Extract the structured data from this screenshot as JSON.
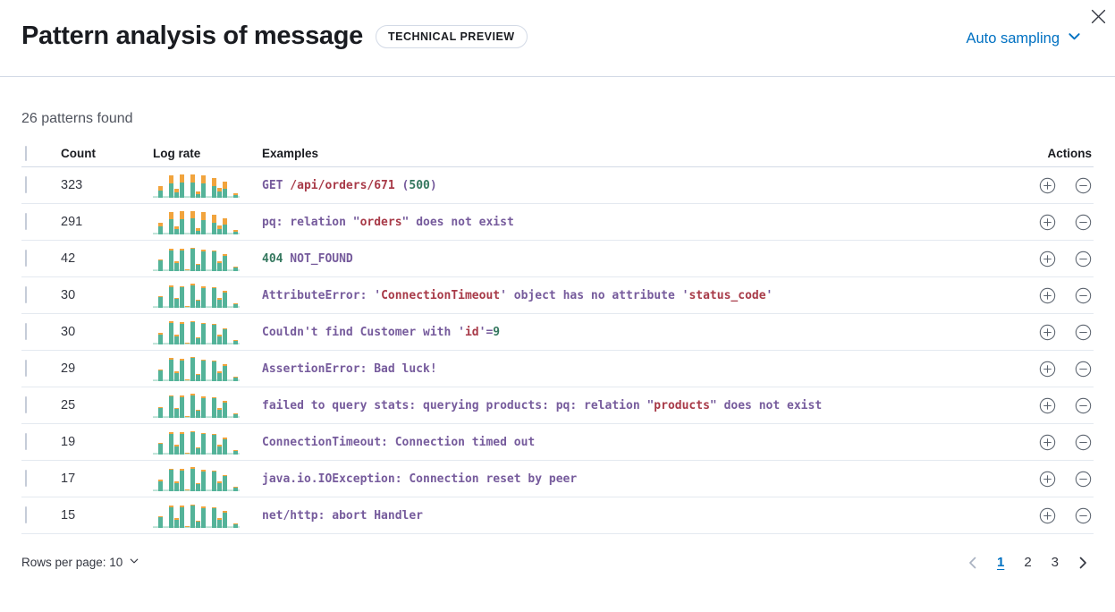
{
  "header": {
    "title": "Pattern analysis of message",
    "badge": "TECHNICAL PREVIEW",
    "sampling_label": "Auto sampling"
  },
  "summary": "26 patterns found",
  "table": {
    "columns": {
      "count": "Count",
      "log_rate": "Log rate",
      "examples": "Examples",
      "actions": "Actions"
    },
    "rows": [
      {
        "count": "323",
        "bars": [
          [
            2,
            0
          ],
          [
            30,
            16
          ],
          [
            2,
            0
          ],
          [
            58,
            30
          ],
          [
            22,
            14
          ],
          [
            62,
            32
          ],
          [
            3,
            2
          ],
          [
            62,
            32
          ],
          [
            14,
            10
          ],
          [
            58,
            30
          ],
          [
            2,
            0
          ],
          [
            46,
            34
          ],
          [
            24,
            14
          ],
          [
            36,
            28
          ],
          [
            2,
            0
          ],
          [
            12,
            6
          ]
        ],
        "tokens": [
          {
            "t": "GET",
            "c": "purple"
          },
          {
            "t": " /api/orders/671",
            "c": "red"
          },
          {
            "t": " (",
            "c": "purple"
          },
          {
            "t": "500",
            "c": "green"
          },
          {
            "t": ")",
            "c": "purple"
          }
        ]
      },
      {
        "count": "291",
        "bars": [
          [
            2,
            0
          ],
          [
            32,
            16
          ],
          [
            2,
            0
          ],
          [
            60,
            30
          ],
          [
            20,
            14
          ],
          [
            62,
            32
          ],
          [
            3,
            2
          ],
          [
            64,
            30
          ],
          [
            14,
            10
          ],
          [
            58,
            30
          ],
          [
            2,
            0
          ],
          [
            48,
            32
          ],
          [
            22,
            14
          ],
          [
            38,
            26
          ],
          [
            2,
            0
          ],
          [
            12,
            6
          ]
        ],
        "tokens": [
          {
            "t": "pq: relation ",
            "c": "purple"
          },
          {
            "t": "\"",
            "c": "purple"
          },
          {
            "t": "orders",
            "c": "red"
          },
          {
            "t": "\"",
            "c": "purple"
          },
          {
            "t": " does not exist",
            "c": "purple"
          }
        ]
      },
      {
        "count": "42",
        "bars": [
          [
            2,
            0
          ],
          [
            42,
            4
          ],
          [
            2,
            0
          ],
          [
            84,
            6
          ],
          [
            34,
            4
          ],
          [
            82,
            6
          ],
          [
            4,
            2
          ],
          [
            88,
            6
          ],
          [
            26,
            4
          ],
          [
            80,
            5
          ],
          [
            2,
            0
          ],
          [
            78,
            6
          ],
          [
            34,
            4
          ],
          [
            62,
            5
          ],
          [
            2,
            0
          ],
          [
            16,
            2
          ]
        ],
        "tokens": [
          {
            "t": "404",
            "c": "green"
          },
          {
            "t": " NOT_FOUND",
            "c": "purple"
          }
        ]
      },
      {
        "count": "30",
        "bars": [
          [
            2,
            0
          ],
          [
            42,
            4
          ],
          [
            2,
            0
          ],
          [
            84,
            5
          ],
          [
            36,
            3
          ],
          [
            82,
            5
          ],
          [
            4,
            2
          ],
          [
            90,
            5
          ],
          [
            28,
            3
          ],
          [
            80,
            5
          ],
          [
            2,
            0
          ],
          [
            78,
            5
          ],
          [
            34,
            4
          ],
          [
            62,
            5
          ],
          [
            2,
            0
          ],
          [
            16,
            2
          ]
        ],
        "tokens": [
          {
            "t": "AttributeError: ",
            "c": "purple"
          },
          {
            "t": "'",
            "c": "purple"
          },
          {
            "t": "ConnectionTimeout",
            "c": "red"
          },
          {
            "t": "'",
            "c": "purple"
          },
          {
            "t": " object has no attribute ",
            "c": "purple"
          },
          {
            "t": "'",
            "c": "purple"
          },
          {
            "t": "status_code",
            "c": "red"
          },
          {
            "t": "'",
            "c": "purple"
          }
        ]
      },
      {
        "count": "30",
        "bars": [
          [
            2,
            0
          ],
          [
            40,
            5
          ],
          [
            2,
            0
          ],
          [
            86,
            6
          ],
          [
            34,
            4
          ],
          [
            84,
            5
          ],
          [
            4,
            2
          ],
          [
            88,
            6
          ],
          [
            26,
            4
          ],
          [
            82,
            5
          ],
          [
            2,
            0
          ],
          [
            78,
            6
          ],
          [
            34,
            4
          ],
          [
            60,
            5
          ],
          [
            2,
            0
          ],
          [
            16,
            2
          ]
        ],
        "tokens": [
          {
            "t": "Couldn't find Customer with ",
            "c": "purple"
          },
          {
            "t": "'",
            "c": "purple"
          },
          {
            "t": "id",
            "c": "red"
          },
          {
            "t": "'",
            "c": "purple"
          },
          {
            "t": "=",
            "c": "purple"
          },
          {
            "t": "9",
            "c": "green"
          }
        ]
      },
      {
        "count": "29",
        "bars": [
          [
            2,
            0
          ],
          [
            42,
            6
          ],
          [
            2,
            0
          ],
          [
            86,
            6
          ],
          [
            34,
            4
          ],
          [
            84,
            5
          ],
          [
            4,
            2
          ],
          [
            92,
            5
          ],
          [
            26,
            4
          ],
          [
            82,
            5
          ],
          [
            2,
            0
          ],
          [
            78,
            5
          ],
          [
            34,
            4
          ],
          [
            62,
            5
          ],
          [
            2,
            0
          ],
          [
            16,
            2
          ]
        ],
        "tokens": [
          {
            "t": "AssertionError: Bad luck!",
            "c": "purple"
          }
        ]
      },
      {
        "count": "25",
        "bars": [
          [
            2,
            0
          ],
          [
            40,
            4
          ],
          [
            2,
            0
          ],
          [
            86,
            5
          ],
          [
            36,
            4
          ],
          [
            82,
            6
          ],
          [
            4,
            2
          ],
          [
            90,
            6
          ],
          [
            28,
            4
          ],
          [
            80,
            5
          ],
          [
            2,
            0
          ],
          [
            78,
            5
          ],
          [
            34,
            4
          ],
          [
            62,
            5
          ],
          [
            2,
            0
          ],
          [
            16,
            2
          ]
        ],
        "tokens": [
          {
            "t": "failed to query stats: querying products: pq: relation ",
            "c": "purple"
          },
          {
            "t": "\"",
            "c": "purple"
          },
          {
            "t": "products",
            "c": "red"
          },
          {
            "t": "\"",
            "c": "purple"
          },
          {
            "t": " does not exist",
            "c": "purple"
          }
        ]
      },
      {
        "count": "19",
        "bars": [
          [
            2,
            0
          ],
          [
            42,
            4
          ],
          [
            2,
            0
          ],
          [
            84,
            6
          ],
          [
            34,
            4
          ],
          [
            84,
            5
          ],
          [
            4,
            2
          ],
          [
            88,
            6
          ],
          [
            26,
            4
          ],
          [
            82,
            5
          ],
          [
            2,
            0
          ],
          [
            78,
            6
          ],
          [
            34,
            4
          ],
          [
            62,
            5
          ],
          [
            2,
            0
          ],
          [
            16,
            2
          ]
        ],
        "tokens": [
          {
            "t": "ConnectionTimeout: Connection timed out",
            "c": "purple"
          }
        ]
      },
      {
        "count": "17",
        "bars": [
          [
            2,
            0
          ],
          [
            40,
            5
          ],
          [
            2,
            0
          ],
          [
            86,
            5
          ],
          [
            34,
            4
          ],
          [
            82,
            6
          ],
          [
            4,
            2
          ],
          [
            90,
            5
          ],
          [
            28,
            4
          ],
          [
            80,
            5
          ],
          [
            2,
            0
          ],
          [
            78,
            5
          ],
          [
            34,
            4
          ],
          [
            60,
            5
          ],
          [
            2,
            0
          ],
          [
            16,
            2
          ]
        ],
        "tokens": [
          {
            "t": "java.io.IOException: Connection reset by peer",
            "c": "purple"
          }
        ]
      },
      {
        "count": "15",
        "bars": [
          [
            2,
            0
          ],
          [
            42,
            5
          ],
          [
            2,
            0
          ],
          [
            84,
            6
          ],
          [
            34,
            4
          ],
          [
            84,
            6
          ],
          [
            4,
            2
          ],
          [
            88,
            6
          ],
          [
            26,
            4
          ],
          [
            80,
            5
          ],
          [
            2,
            0
          ],
          [
            78,
            6
          ],
          [
            34,
            4
          ],
          [
            62,
            5
          ],
          [
            2,
            0
          ],
          [
            16,
            2
          ]
        ],
        "tokens": [
          {
            "t": "net/http: abort Handler",
            "c": "purple"
          }
        ]
      }
    ]
  },
  "footer": {
    "rows_per_page_label": "Rows per page: 10",
    "pages": [
      "1",
      "2",
      "3"
    ],
    "active_page": "1"
  },
  "colors": {
    "accent_blue": "#0071c2",
    "title_dark": "#1a1c21",
    "token_purple": "#765b9c",
    "token_red": "#a83a48",
    "token_green": "#35785f",
    "bar_teal": "#54b399",
    "bar_teal_pale": "#b9e0d2",
    "bar_orange": "#f1a43d",
    "icon_gray": "#5b636e",
    "border_light": "#d3dae6"
  },
  "icons": {
    "close": "x-cross",
    "chevron_down": "chevron-down",
    "plus_in_circle": "plus-in-circle",
    "minus_in_circle": "minus-in-circle",
    "chevron_left": "chevron-left",
    "chevron_right": "chevron-right"
  }
}
